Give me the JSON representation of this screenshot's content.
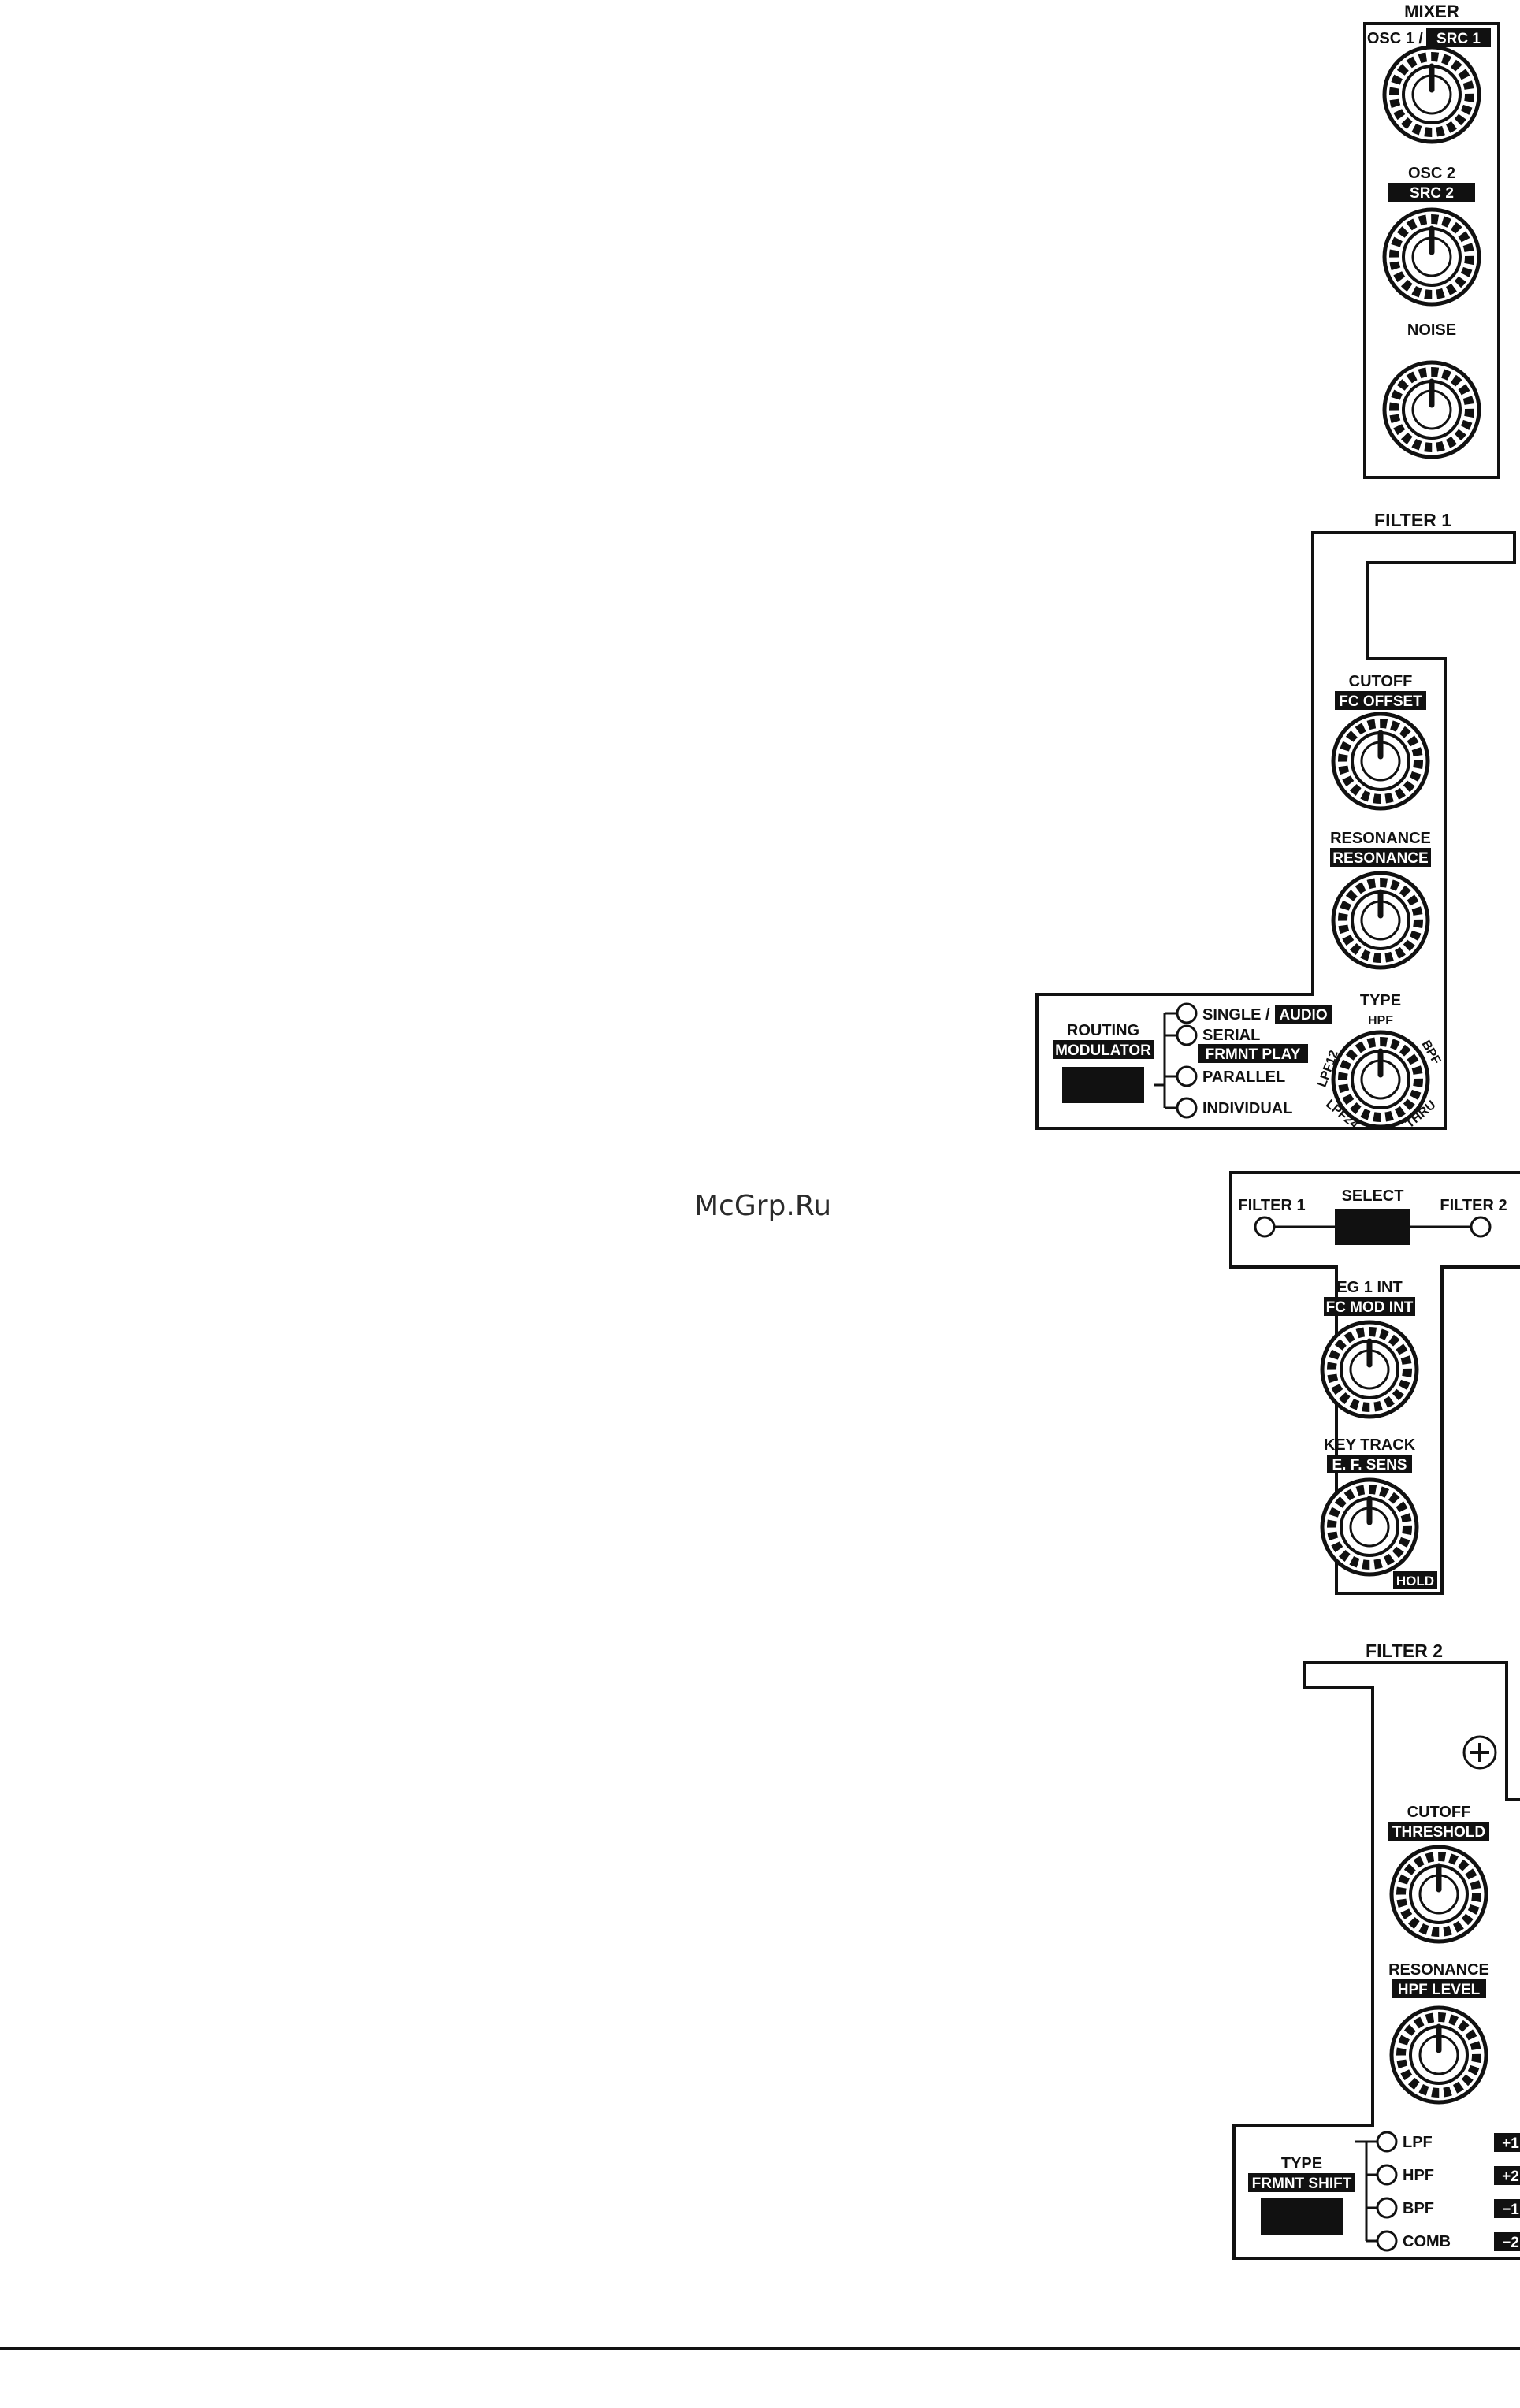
{
  "watermark": "McGrp.Ru",
  "mixer": {
    "title": "MIXER",
    "knob1": {
      "label": "OSC 1 /",
      "alt": "SRC 1"
    },
    "knob2": {
      "label": "OSC 2",
      "alt": "SRC 2"
    },
    "knob3": {
      "label": "NOISE"
    }
  },
  "filter1": {
    "title": "FILTER 1",
    "cutoff": {
      "label": "CUTOFF",
      "alt": "FC OFFSET"
    },
    "resonance": {
      "label": "RESONANCE",
      "alt": "RESONANCE"
    },
    "type": {
      "label": "TYPE",
      "hpf": "HPF",
      "lpf12": "LPF12",
      "bpf": "BPF",
      "lpf24": "LPF24",
      "thru": "THRU"
    },
    "routing": {
      "label": "ROUTING",
      "alt": "MODULATOR",
      "opt_single": "SINGLE /",
      "opt_single_alt": "AUDIO",
      "opt_serial": "SERIAL",
      "opt_serial_alt": "FRMNT PLAY",
      "opt_parallel": "PARALLEL",
      "opt_individual": "INDIVIDUAL"
    }
  },
  "select": {
    "label": "SELECT",
    "left": "FILTER 1",
    "right": "FILTER 2",
    "eg": {
      "label": "EG 1 INT",
      "alt": "FC MOD INT"
    },
    "keytrack": {
      "label": "KEY TRACK",
      "alt": "E. F. SENS",
      "hold": "HOLD"
    }
  },
  "filter2": {
    "title": "FILTER 2",
    "cutoff": {
      "label": "CUTOFF",
      "alt": "THRESHOLD"
    },
    "resonance": {
      "label": "RESONANCE",
      "alt": "HPF LEVEL"
    },
    "type": {
      "label": "TYPE",
      "alt": "FRMNT SHIFT"
    },
    "options": [
      {
        "label": "LPF",
        "alt": "+1"
      },
      {
        "label": "HPF",
        "alt": "+2"
      },
      {
        "label": "BPF",
        "alt": "−1"
      },
      {
        "label": "COMB",
        "alt": "−2"
      }
    ]
  }
}
